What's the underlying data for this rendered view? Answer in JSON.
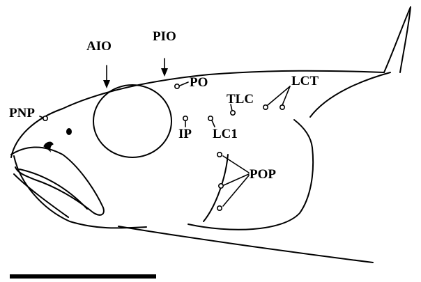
{
  "labels": {
    "aio": "AIO",
    "pio": "PIO",
    "po": "PO",
    "lct": "LCT",
    "tlc": "TLC",
    "pnp": "PNP",
    "ip": "IP",
    "lc1": "LC1",
    "pop": "POP"
  }
}
